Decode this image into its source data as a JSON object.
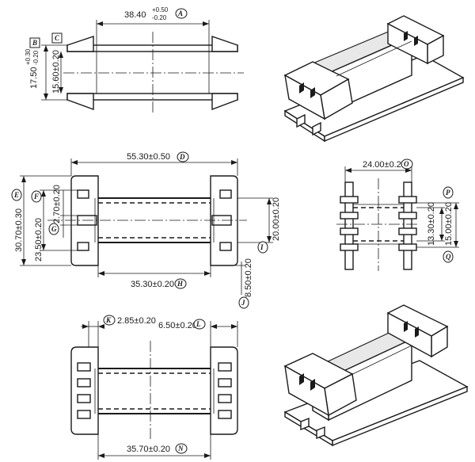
{
  "dimensions": {
    "A": {
      "value": "38.40",
      "upper": "+0.50",
      "lower": "-0.20"
    },
    "B": {
      "value": "17.50",
      "upper": "+0.30",
      "lower": "-0.20"
    },
    "C": {
      "value": "15.60±0.20"
    },
    "D": {
      "value": "55.30±0.50"
    },
    "E": {
      "value": "30.70±0.30"
    },
    "F": {
      "value": "23.50±0.20"
    },
    "G": {
      "value": "2.70±0.20"
    },
    "H": {
      "value": "35.30±0.20"
    },
    "I": {
      "value": "20.00±0.20"
    },
    "J": {
      "value": "8.50±0.20"
    },
    "K": {
      "value": "2.85±0.20"
    },
    "L": {
      "value": "6.50±0.20"
    },
    "N": {
      "value": "35.70±0.20"
    },
    "O": {
      "value": "24.00±0.20"
    },
    "P": {
      "value": "13.30±0.20"
    },
    "Q": {
      "value": "15.00±0.20"
    }
  },
  "labels": {
    "A": "A",
    "B": "B",
    "C": "C",
    "D": "D",
    "E": "E",
    "F": "F",
    "G": "G",
    "H": "H",
    "I": "I",
    "J": "J",
    "K": "K",
    "L": "L",
    "N": "N",
    "O": "O",
    "P": "P",
    "Q": "Q"
  }
}
